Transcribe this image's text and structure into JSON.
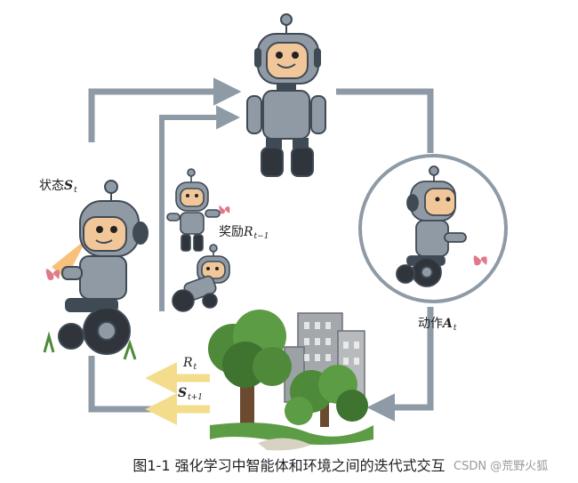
{
  "labels": {
    "state": {
      "text": "状态",
      "symbol": "S",
      "sub": "t"
    },
    "reward_mid": {
      "text": "奖励",
      "symbol": "R",
      "sub": "t−1"
    },
    "action": {
      "text": "动作",
      "symbol": "A",
      "sub": "t"
    },
    "reward_env": {
      "symbol": "R",
      "sub": "t"
    },
    "state_env": {
      "symbol": "S",
      "sub": "t+1"
    }
  },
  "caption": "图1-1 强化学习中智能体和环境之间的迭代式交互",
  "watermark": "CSDN @荒野火狐",
  "colors": {
    "arrow_gray": "#8e9aa5",
    "arrow_yellow": "#f3dc8c",
    "robot_body": "#8f9aa4",
    "robot_dark": "#3f4a55",
    "face": "#f1c79a",
    "tree_green": "#4f8a3a",
    "building": "#a4a8ac",
    "butterfly": "#e07a8a",
    "sensor_beam": "#f5b25b"
  }
}
